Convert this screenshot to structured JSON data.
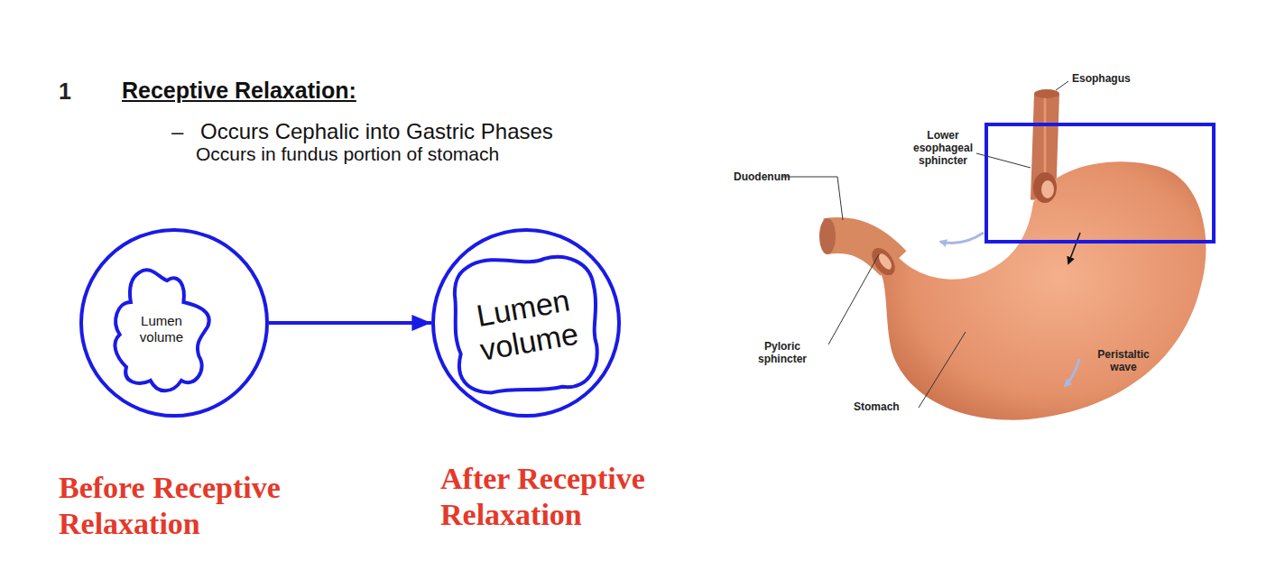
{
  "diagram": {
    "title": "Receptive Relaxation:",
    "nodes": [
      {
        "text": [
          "Before Receptive Relaxation"
        ]
      },
      {
        "text": [
          "Lumen volume"
        ],
        "in": 0
      },
      {
        "text": [
          "After Receptive Relaxation"
        ]
      },
      {
        "text": [
          "Lumen volume"
        ],
        "in": 2
      }
    ],
    "edges": [
      {
        "from": 0,
        "to": 2,
        "arrow": "to"
      }
    ],
    "labels": [
      "1",
      "–",
      "Occurs Cephalic into Gastric Phases",
      "Occurs in fundus portion of stomach",
      "Esophagus",
      "Lower esophageal sphincter",
      "Duodenum",
      "Pyloric sphincter",
      "Peristaltic wave",
      "Stomach"
    ]
  }
}
